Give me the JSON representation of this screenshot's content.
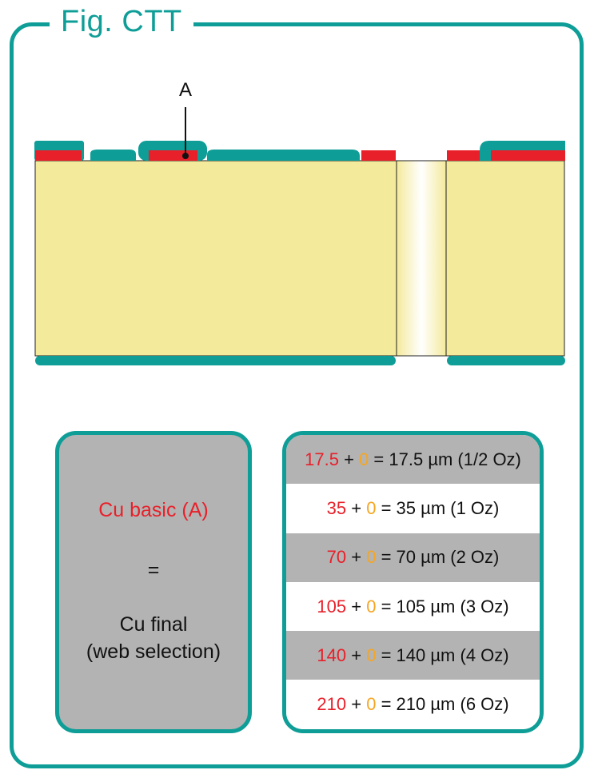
{
  "figure": {
    "title": "Fig. CTT"
  },
  "diagram": {
    "callout_label": "A"
  },
  "formula": {
    "basic": "Cu basic (A)",
    "equals": "=",
    "final_line1": "Cu final",
    "final_line2": "(web selection)"
  },
  "table": {
    "rows": [
      {
        "basic": "17.5",
        "plus": "+",
        "added": "0",
        "result": "= 17.5 µm (1/2 Oz)"
      },
      {
        "basic": "35",
        "plus": "+",
        "added": "0",
        "result": "= 35 µm (1 Oz)"
      },
      {
        "basic": "70",
        "plus": "+",
        "added": "0",
        "result": "= 70 µm (2 Oz)"
      },
      {
        "basic": "105",
        "plus": "+",
        "added": "0",
        "result": "= 105 µm (3 Oz)"
      },
      {
        "basic": "140",
        "plus": "+",
        "added": "0",
        "result": "= 140 µm (4 Oz)"
      },
      {
        "basic": "210",
        "plus": "+",
        "added": "0",
        "result": "= 210 µm (6 Oz)"
      }
    ]
  },
  "colors": {
    "teal": "#0e9e97",
    "copper_basic": "#e8202a",
    "added_copper": "#f5a623",
    "substrate": "#f4ea9c",
    "table_gray": "#b3b3b3"
  }
}
